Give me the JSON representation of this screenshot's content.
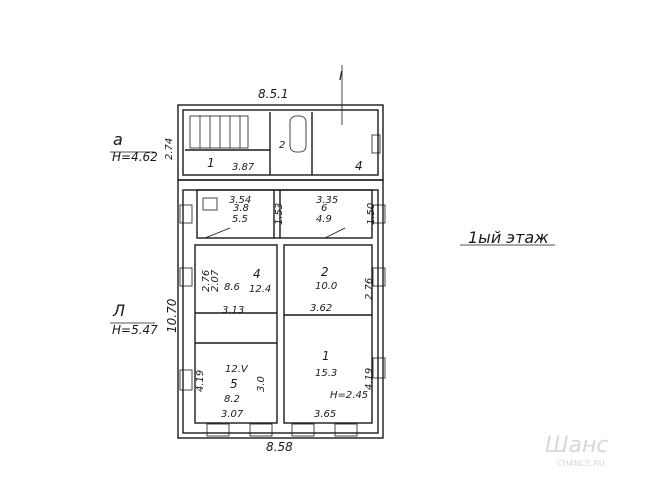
{
  "plan": {
    "section_mark": "I",
    "top_dimension": "8.5.1",
    "floor_label": "1ый этаж",
    "block_a": {
      "letter": "а",
      "height": "H=4.62",
      "side_dim": "2.74"
    },
    "block_l": {
      "letter": "Л",
      "height": "H=5.47",
      "side_dim": "10.70"
    },
    "bottom_dimension": "8.58",
    "rooms": [
      {
        "num": "1",
        "dim": "3.87"
      },
      {
        "num": "2"
      },
      {
        "num": "4"
      },
      {
        "dim_top": "3.54",
        "num": "3.8",
        "area": "5.5",
        "side": "1.53"
      },
      {
        "dim_top": "3.35",
        "num": "6",
        "area": "4.9",
        "side": "1.50"
      },
      {
        "side1": "2.76",
        "side2": "2.07",
        "frac": "8.6",
        "num": "4",
        "area": "12.4",
        "dim": "3.13"
      },
      {
        "num": "2",
        "area": "10.0",
        "side": "2.76",
        "dim": "3.62"
      },
      {
        "upper": "12.V",
        "num": "5",
        "area": "8.2",
        "side1": "4.19",
        "side2": "3.0",
        "dim": "3.07"
      },
      {
        "num": "1",
        "area": "15.3",
        "side": "4.19",
        "height": "H=2.45",
        "dim": "3.65"
      }
    ]
  },
  "watermark": {
    "logo": "Шанс",
    "site": "CHANCE.RU"
  }
}
